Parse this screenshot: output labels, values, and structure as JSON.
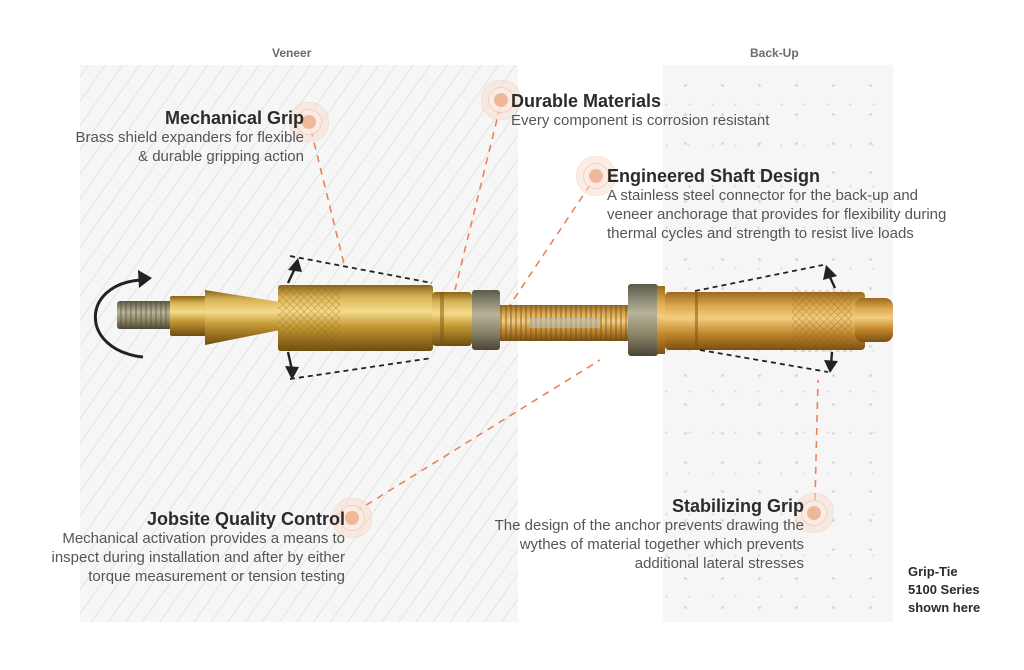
{
  "panels": {
    "veneer": {
      "label": "Veneer"
    },
    "backup": {
      "label": "Back-Up"
    }
  },
  "callouts": [
    {
      "id": "mechanical-grip",
      "title": "Mechanical Grip",
      "desc": [
        "Brass shield expanders for flexible",
        "& durable gripping action"
      ]
    },
    {
      "id": "durable-materials",
      "title": "Durable Materials",
      "desc": [
        "Every component is corrosion resistant"
      ]
    },
    {
      "id": "engineered-shaft-design",
      "title": "Engineered Shaft Design",
      "desc": [
        "A stainless steel connector for the back-up and",
        "veneer anchorage that provides for flexibility during",
        "thermal cycles and strength to resist live loads"
      ]
    },
    {
      "id": "jobsite-quality-control",
      "title": "Jobsite Quality Control",
      "desc": [
        "Mechanical activation provides a means to",
        "inspect during installation and after by either",
        "torque measurement or tension testing"
      ]
    },
    {
      "id": "stabilizing-grip",
      "title": "Stabilizing Grip",
      "desc": [
        "The design of the anchor prevents drawing the",
        "wythes of material together which prevents",
        "additional lateral stresses"
      ]
    }
  ],
  "product_note": [
    "Grip-Tie",
    "5100 Series",
    "shown here"
  ],
  "colors": {
    "accent": "#f0b89a",
    "leader_line": "#e8845a",
    "title_text": "#2b2b2b",
    "body_text": "#555555",
    "brass": "#c9a13c"
  },
  "icons": {
    "rotation": "rotate-arrow-icon",
    "expand": "expand-arrow-icon",
    "callout": "target-dot-icon"
  }
}
